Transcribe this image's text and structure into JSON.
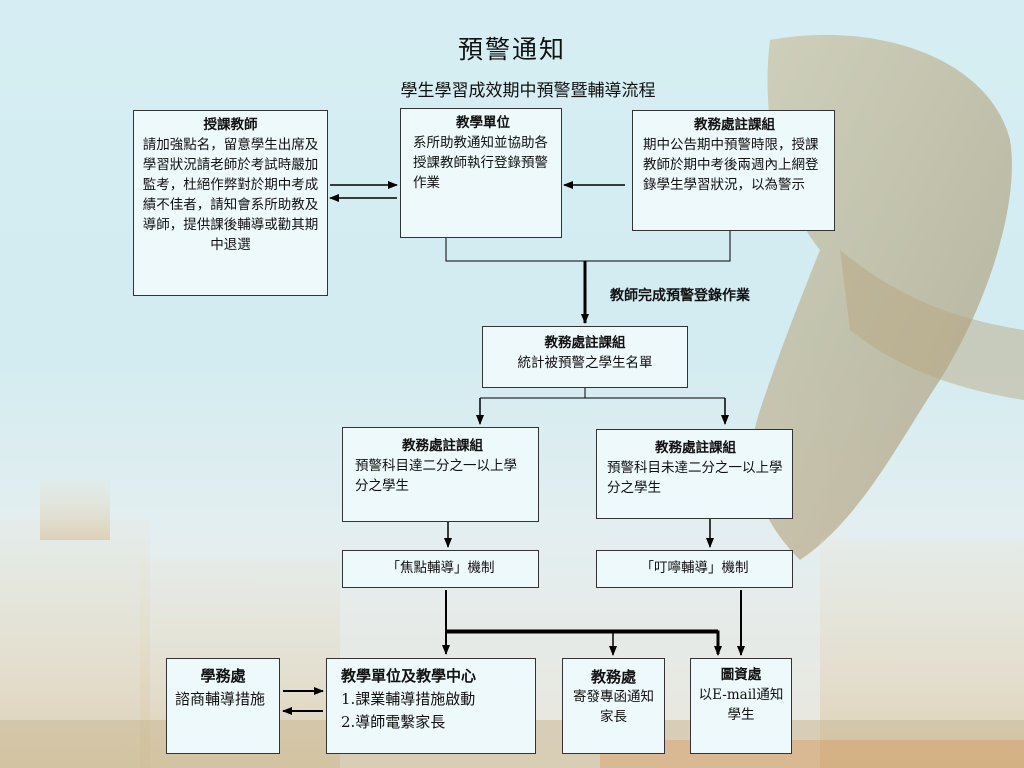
{
  "title": "預警通知",
  "subtitle": "學生學習成效期中預警暨輔導流程",
  "flow_label": "教師完成預警登錄作業",
  "boxes": {
    "teacher": {
      "head": "授課教師",
      "body": "請加強點名，留意學生出席及學習狀況請老師於考試時嚴加監考，杜絕作弊對於期中考成績不佳者，請知會系所助教及導師，提供課後輔導或勸其期中退選"
    },
    "dept": {
      "head": "教學單位",
      "body": "系所助教通知並協助各授課教師執行登錄預警作業"
    },
    "registrar_top": {
      "head": "教務處註課組",
      "body": "期中公告期中預警時限，授課教師於期中考後兩週內上網登錄學生學習狀況，以為警示"
    },
    "registrar_mid": {
      "head": "教務處註課組",
      "body": "統計被預警之學生名單"
    },
    "registrar_left": {
      "head": "教務處註課組",
      "body": "預警科目達二分之一以上學分之學生"
    },
    "registrar_right": {
      "head": "教務處註課組",
      "body": "預警科目未達二分之一以上學分之學生"
    },
    "focus_mech": "「焦點輔導」機制",
    "remind_mech": "「叮嚀輔導」機制",
    "student_affairs": {
      "head": "學務處",
      "body": "諮商輔導措施"
    },
    "teaching_center": {
      "head": "教學單位及教學中心",
      "body": "1.課業輔導措施啟動\n2.導師電繫家長"
    },
    "academic_affairs": {
      "head": "教務處",
      "body": "寄發專函通知家長"
    },
    "library": {
      "head": "圖資處",
      "body": "以E-mail通知學生"
    }
  }
}
